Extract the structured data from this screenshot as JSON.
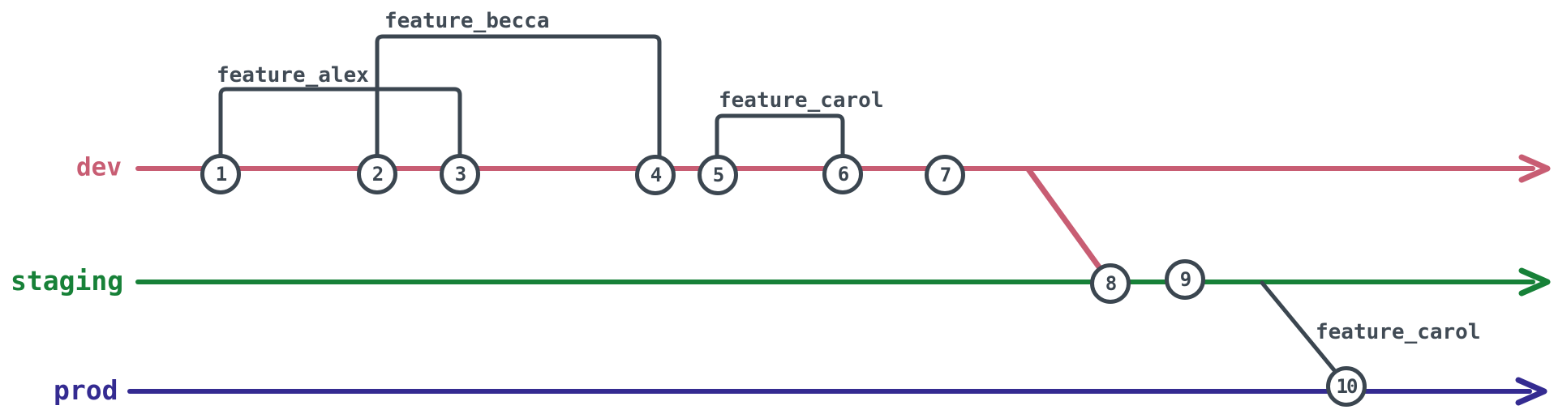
{
  "colors": {
    "dev": "#c85d73",
    "staging": "#178138",
    "prod": "#342b91",
    "node_stroke": "#3b4650",
    "node_fill": "#ffffff",
    "feature_line": "#3b4650",
    "feature_text": "#414b55",
    "background": "#ffffff"
  },
  "branch_labels": {
    "dev": "dev",
    "staging": "staging",
    "prod": "prod"
  },
  "feature_labels": {
    "alex": "feature_alex",
    "becca": "feature_becca",
    "carol_dev": "feature_carol",
    "carol_prod": "feature_carol"
  },
  "commits": {
    "c1": "1",
    "c2": "2",
    "c3": "3",
    "c4": "4",
    "c5": "5",
    "c6": "6",
    "c7": "7",
    "c8": "8",
    "c9": "9",
    "c10": "10"
  },
  "structure": {
    "type": "git-branch-timeline",
    "branches": [
      {
        "name": "dev",
        "color": "#c85d73",
        "commits": [
          "1",
          "2",
          "3",
          "4",
          "5",
          "6",
          "7"
        ]
      },
      {
        "name": "staging",
        "color": "#178138",
        "commits": [
          "8",
          "9"
        ]
      },
      {
        "name": "prod",
        "color": "#342b91",
        "commits": [
          "10"
        ]
      }
    ],
    "feature_branches": [
      {
        "name": "feature_alex",
        "spans_commits": [
          "1",
          "3"
        ]
      },
      {
        "name": "feature_becca",
        "spans_commits": [
          "2",
          "4"
        ]
      },
      {
        "name": "feature_carol",
        "spans_commits": [
          "5",
          "6"
        ]
      },
      {
        "name": "feature_carol",
        "from_branch": "staging",
        "to_commit": "10"
      }
    ],
    "merges": [
      {
        "from": "dev",
        "to": "staging",
        "into_commit": "8"
      }
    ]
  }
}
